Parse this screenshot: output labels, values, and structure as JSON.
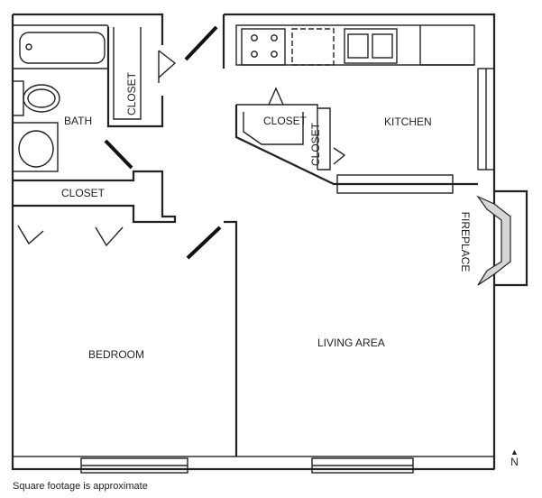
{
  "rooms": {
    "bath": "BATH",
    "closet_bath": "CLOSET",
    "closet_hall": "CLOSET",
    "closet_kitchen": "CLOSET",
    "closet_kitchen_small": "CLOSET",
    "kitchen": "KITCHEN",
    "fireplace": "FIREPLACE",
    "bedroom": "BEDROOM",
    "living_area": "LIVING AREA"
  },
  "footnote": "Square footage is approximate",
  "north": {
    "arrow": "▲",
    "label": "N"
  }
}
